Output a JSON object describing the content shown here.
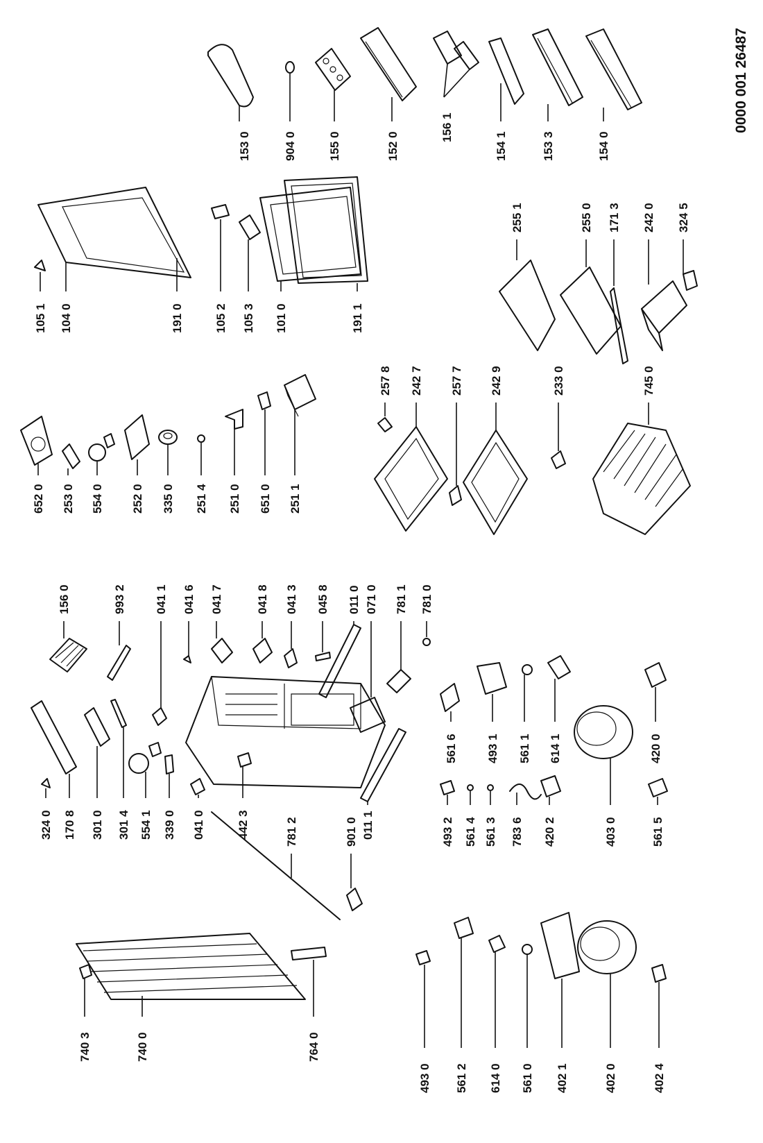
{
  "diagram_code": "0000 001 26487",
  "labels": {
    "p1530": "153 0",
    "p9040": "904 0",
    "p1550": "155 0",
    "p1520": "152 0",
    "p1561": "156 1",
    "p1541": "154 1",
    "p1533": "153 3",
    "p1540": "154 0",
    "p1051": "105 1",
    "p1040": "104 0",
    "p1910": "191 0",
    "p1052": "105 2",
    "p1053": "105 3",
    "p1010": "101 0",
    "p1911": "191 1",
    "p2551": "255 1",
    "p2550": "255 0",
    "p1713": "171 3",
    "p2420": "242 0",
    "p3245": "324 5",
    "p6520": "652 0",
    "p2530": "253 0",
    "p5540": "554 0",
    "p2520": "252 0",
    "p3350": "335 0",
    "p2514": "251 4",
    "p2510": "251 0",
    "p6510": "651 0",
    "p2511": "251 1",
    "p2578": "257 8",
    "p2427": "242 7",
    "p2577": "257 7",
    "p2429": "242 9",
    "p2330": "233 0",
    "p7450": "745 0",
    "p1560": "156 0",
    "p9932": "993 2",
    "p0411": "041 1",
    "p0416": "041 6",
    "p0417": "041 7",
    "p0418": "041 8",
    "p0413": "041 3",
    "p0458": "045 8",
    "p0110": "011 0",
    "p0710": "071 0",
    "p7811": "781 1",
    "p7810": "781 0",
    "p3240": "324 0",
    "p1708": "170 8",
    "p3010": "301 0",
    "p3014": "301 4",
    "p5541": "554 1",
    "p3390": "339 0",
    "p0410": "041 0",
    "p4423": "442 3",
    "p7812": "781 2",
    "p9010": "901 0",
    "p0111": "011 1",
    "p5616": "561 6",
    "p4931": "493 1",
    "p5611": "561 1",
    "p6141": "614 1",
    "p4932": "493 2",
    "p5614": "561 4",
    "p5613": "561 3",
    "p7836": "783 6",
    "p4202": "420 2",
    "p4030": "403 0",
    "p4200": "420 0",
    "p5615": "561 5",
    "p7403": "740 3",
    "p7400": "740 0",
    "p7640": "764 0",
    "p4930": "493 0",
    "p5612": "561 2",
    "p6140": "614 0",
    "p5610": "561 0",
    "p4021": "402 1",
    "p4020": "402 0",
    "p4024": "402 4"
  }
}
